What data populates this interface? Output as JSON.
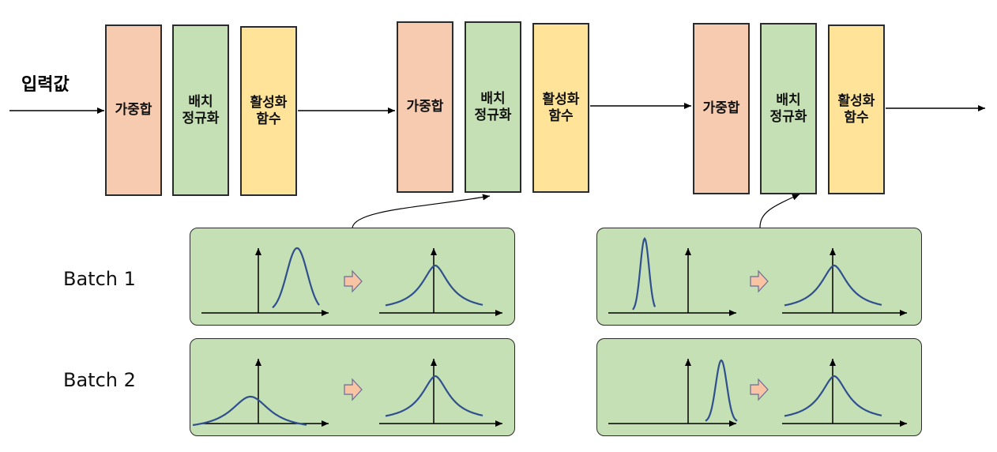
{
  "input_label": "입력값",
  "layer_labels": {
    "weighted_sum": "가중합",
    "batch_norm": "배치\n정규화",
    "activation": "활성화\n함수"
  },
  "batches": [
    {
      "label": "Batch 1"
    },
    {
      "label": "Batch 2"
    }
  ],
  "colors": {
    "weighted_sum": "#f6cbb0",
    "batch_norm": "#c5e0b4",
    "activation": "#fee399",
    "panel": "#c5e0b4",
    "curve": "#2f4f8f",
    "transform_arrow": "#f8c4a4"
  }
}
